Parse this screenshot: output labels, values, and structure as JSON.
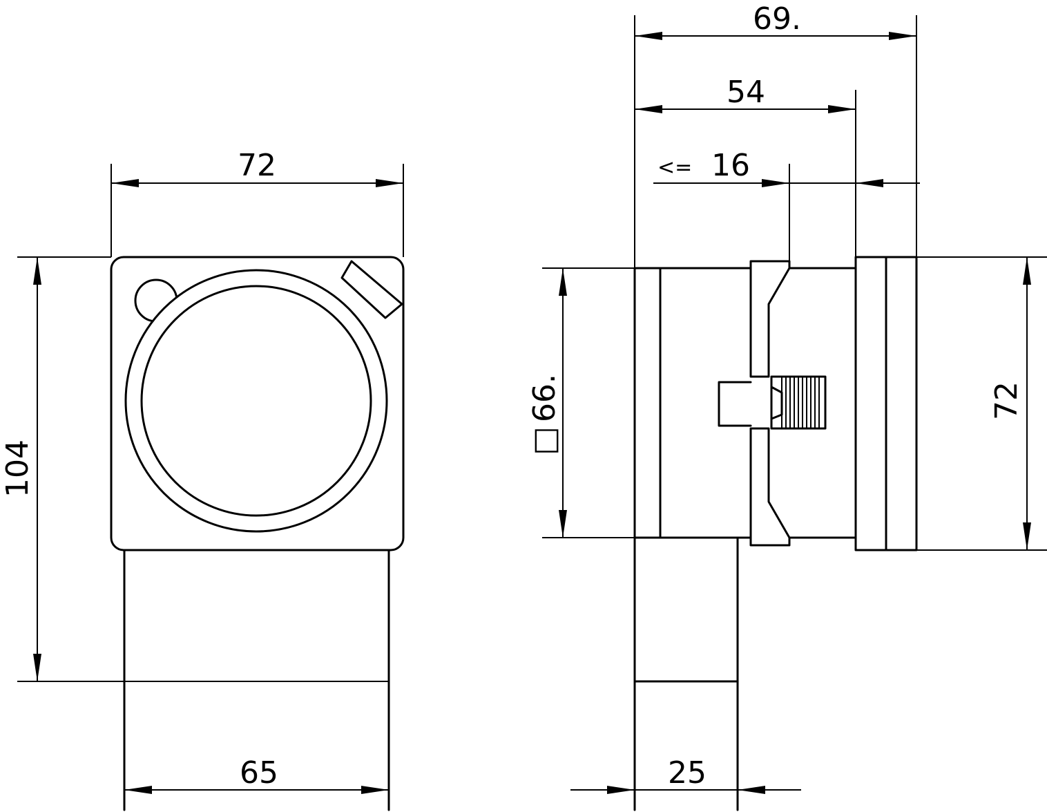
{
  "front_view": {
    "top_width": "72",
    "height": "104",
    "bottom_width": "65"
  },
  "side_view": {
    "overall_depth": "69.",
    "body_depth": "54",
    "panel_prefix": "<=",
    "panel_thickness": "16",
    "square_symbol": "□",
    "square_size": "66.",
    "front_height": "72",
    "base_depth": "25"
  }
}
